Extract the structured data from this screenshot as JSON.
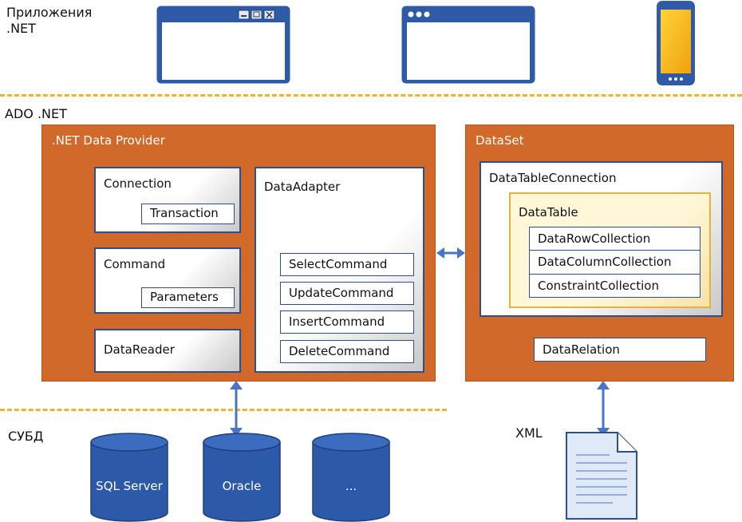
{
  "sections": {
    "apps_label": "Приложения\n.NET",
    "ado_label": "ADO .NET",
    "dbms_label": "СУБД",
    "xml_label": "XML"
  },
  "provider": {
    "title": ".NET Data Provider",
    "connection": "Connection",
    "transaction": "Transaction",
    "command": "Command",
    "parameters": "Parameters",
    "datareader": "DataReader",
    "dataadapter": "DataAdapter",
    "adapter_commands": [
      "SelectCommand",
      "UpdateCommand",
      "InsertCommand",
      "DeleteCommand"
    ]
  },
  "dataset": {
    "title": "DataSet",
    "table_connection": "DataTableConnection",
    "datatable": "DataTable",
    "collections": [
      "DataRowCollection",
      "DataColumnCollection",
      "ConstraintCollection"
    ],
    "datarelation": "DataRelation"
  },
  "databases": [
    "SQL Server",
    "Oracle",
    "..."
  ],
  "colors": {
    "panel": "#d1692a",
    "blue": "#2e4f8f",
    "db": "#2c5aa8",
    "dashed": "#f0b429",
    "arrow": "#4a74c4"
  }
}
